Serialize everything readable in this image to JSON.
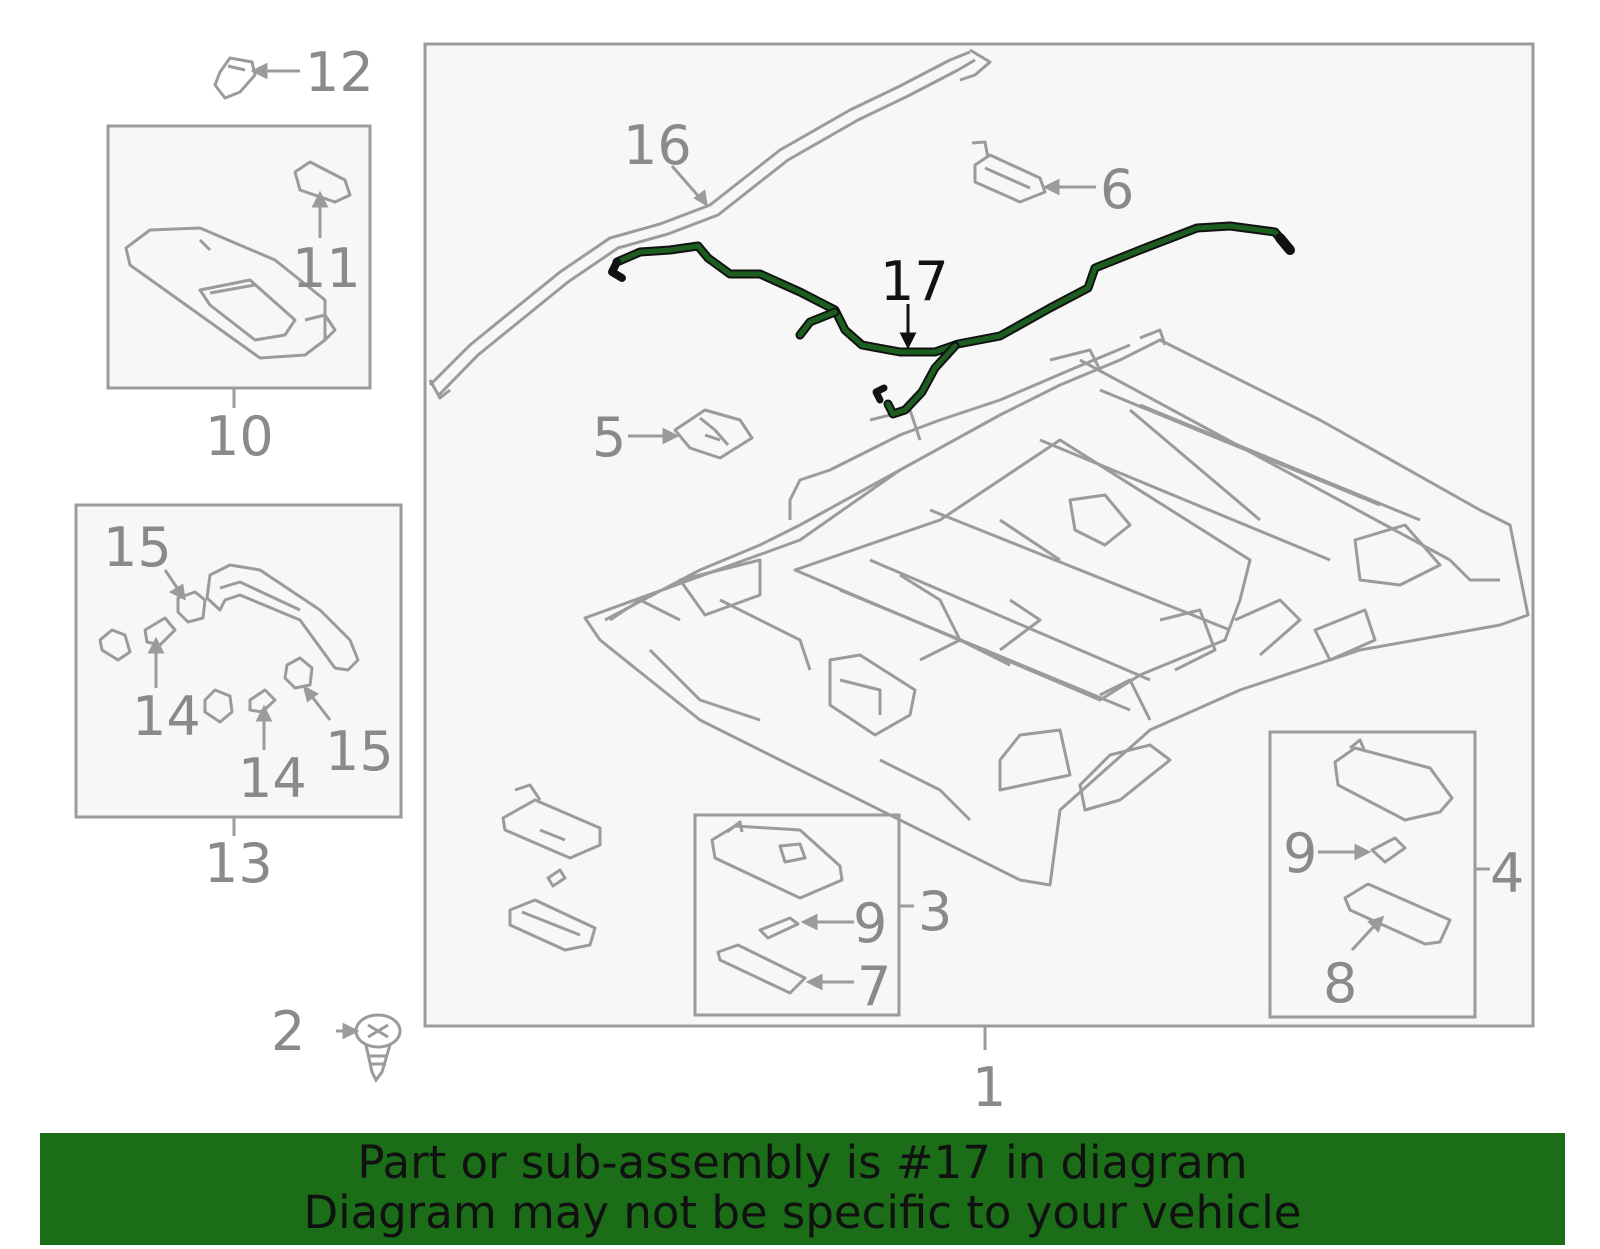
{
  "colors": {
    "line": "#9b9b9b",
    "label": "#8a8a8a",
    "highlight": "#1b5e20",
    "highlight_label": "#111111",
    "banner_bg": "#1b6d18",
    "banner_text": "#111111"
  },
  "callouts": {
    "c1": "1",
    "c2": "2",
    "c3": "3",
    "c4": "4",
    "c5": "5",
    "c6": "6",
    "c7": "7",
    "c8": "8",
    "c9a": "9",
    "c9b": "9",
    "c10": "10",
    "c11": "11",
    "c12": "12",
    "c13": "13",
    "c14a": "14",
    "c14b": "14",
    "c15a": "15",
    "c15b": "15",
    "c16": "16",
    "c17": "17"
  },
  "banner": {
    "line1": "Part or sub-assembly is #17 in diagram",
    "line2": "Diagram may not be specific to your vehicle"
  }
}
